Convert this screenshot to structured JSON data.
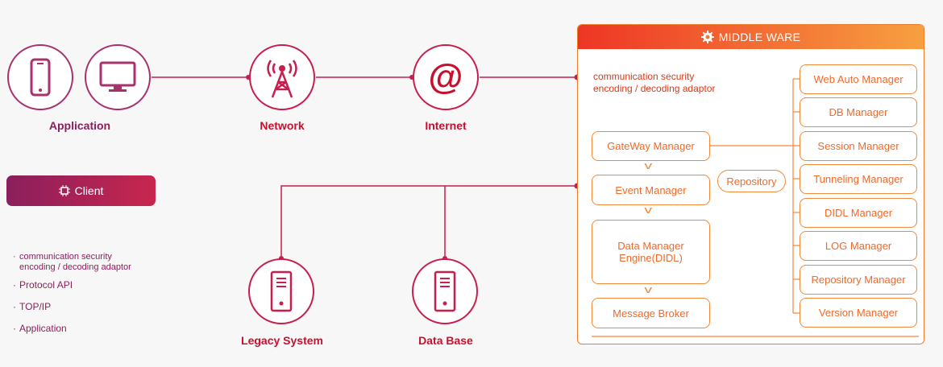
{
  "nodes": {
    "application": "Application",
    "network": "Network",
    "internet": "Internet",
    "legacy_system": "Legacy System",
    "data_base": "Data Base"
  },
  "client": {
    "label": "Client",
    "features": [
      "communication security",
      "encoding / decoding adaptor",
      "Protocol API",
      "TOP/IP",
      "Application"
    ]
  },
  "middleware": {
    "title": "MIDDLE WARE",
    "desc_line1": "communication security",
    "desc_line2": "encoding / decoding adaptor",
    "flow": [
      "GateWay Manager",
      "Event Manager",
      "Data Manager",
      "Engine(DIDL)",
      "Message Broker"
    ],
    "repository": "Repository",
    "managers": [
      "Web Auto Manager",
      "DB Manager",
      "Session Manager",
      "Tunneling Manager",
      "DIDL Manager",
      "LOG Manager",
      "Repository Manager",
      "Version Manager"
    ]
  },
  "colors": {
    "red": "#c8102e",
    "purple": "#8a1f5d",
    "orange": "#f0893a"
  },
  "icons": [
    "phone-icon",
    "monitor-icon",
    "antenna-icon",
    "at-icon",
    "server-icon",
    "gear-icon",
    "chip-icon"
  ]
}
